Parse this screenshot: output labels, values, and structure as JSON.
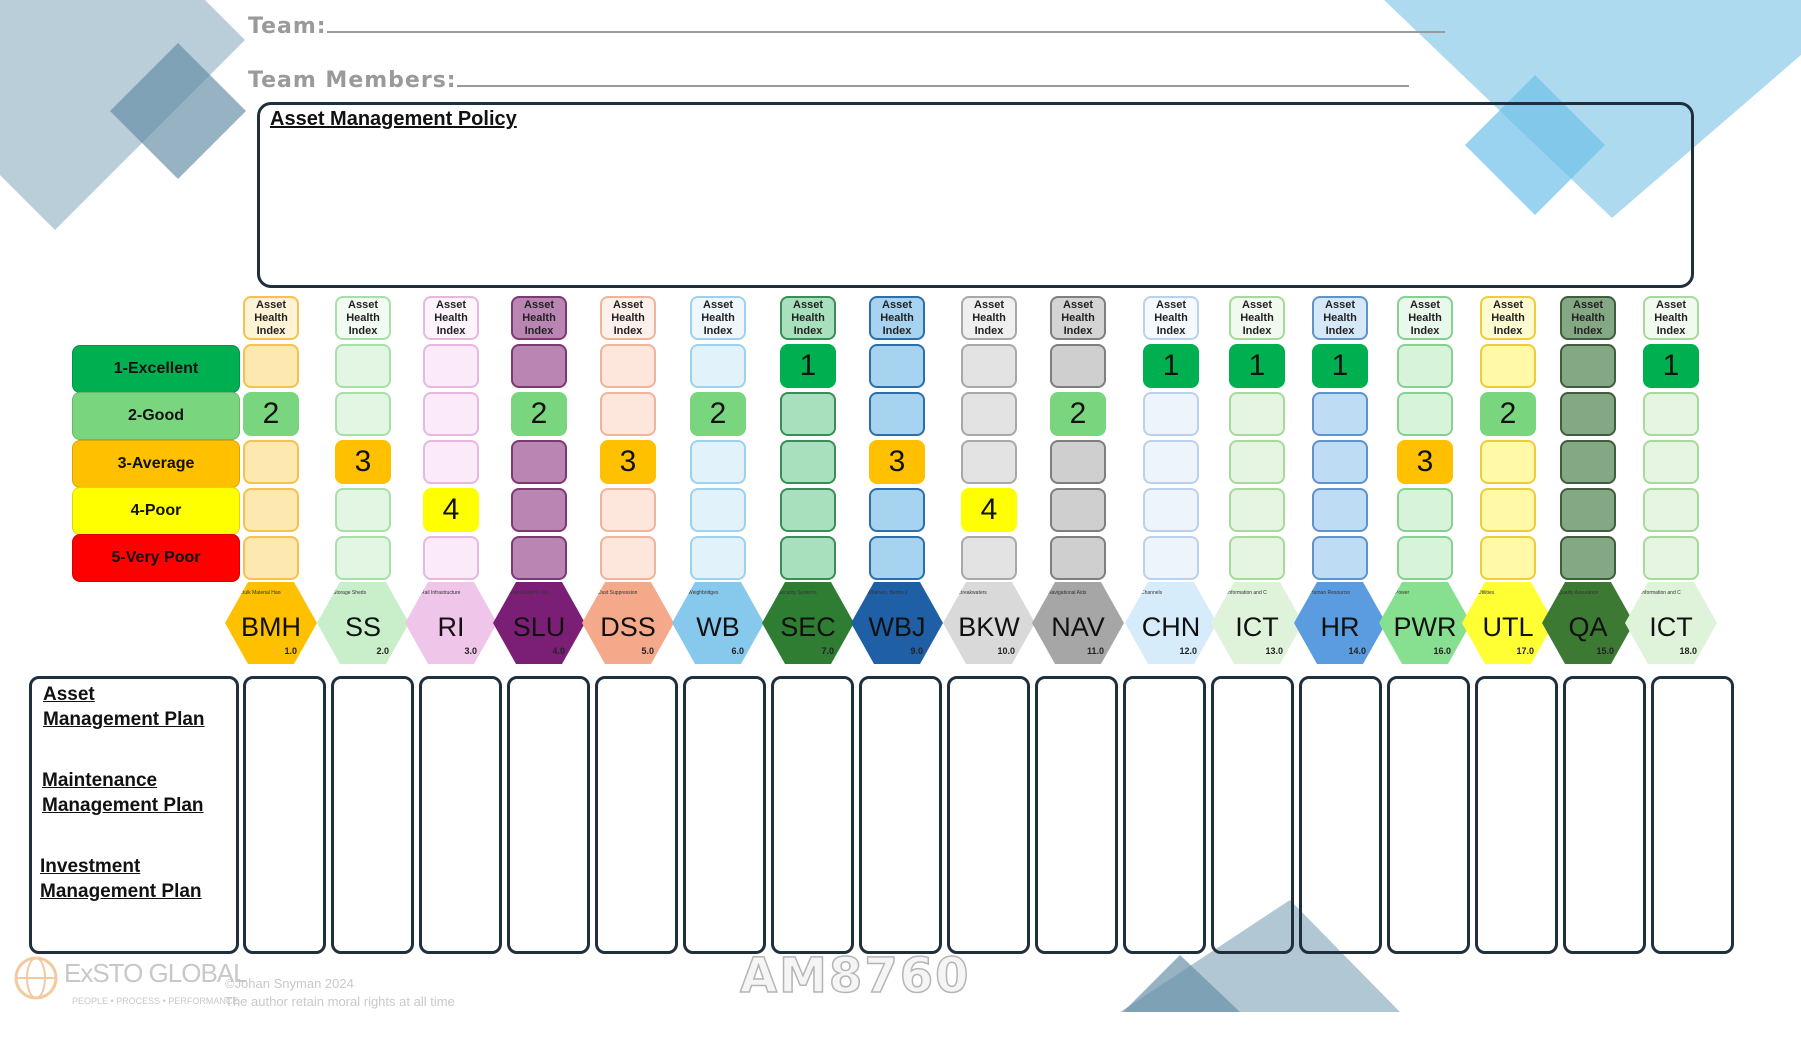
{
  "header": {
    "team_label": "Team:",
    "members_label": "Team Members:"
  },
  "policy": {
    "title": "Asset Management Policy"
  },
  "legend": [
    {
      "label": "1-Excellent",
      "color": "#00b050"
    },
    {
      "label": "2-Good",
      "color": "#79d67f"
    },
    {
      "label": "3-Average",
      "color": "#ffc000"
    },
    {
      "label": "4-Poor",
      "color": "#ffff00"
    },
    {
      "label": "5-Very Poor",
      "color": "#ff0000"
    }
  ],
  "ahi_label": "Asset Health Index",
  "columns": [
    {
      "code": "BMH",
      "num": "1.0",
      "rating": "2",
      "caption": "Bulk Material Handling Equipment",
      "light": "#fde9b0",
      "border": "#f5c150",
      "hex": "#ffc000",
      "ahi_fill": "#fff3d6"
    },
    {
      "code": "SS",
      "num": "2.0",
      "rating": "3",
      "caption": "Storage Sheds",
      "light": "#e3f6e3",
      "border": "#a7dfa8",
      "hex": "#c8efc9",
      "ahi_fill": "#f2fbf2"
    },
    {
      "code": "RI",
      "num": "3.0",
      "rating": "4",
      "caption": "Rail Infrastructure",
      "light": "#fbeaf8",
      "border": "#e6b8e0",
      "hex": "#efc5ea",
      "ahi_fill": "#fdf3fb"
    },
    {
      "code": "SLU",
      "num": "4.0",
      "rating": "2",
      "caption": "Ship Loaders / Unloader",
      "light": "#b985b3",
      "border": "#7b3a74",
      "hex": "#7b1f76",
      "ahi_fill": "#b985b3"
    },
    {
      "code": "DSS",
      "num": "5.0",
      "rating": "3",
      "caption": "Dust Suppression Systems",
      "light": "#fde6dc",
      "border": "#f0b49b",
      "hex": "#f4a98a",
      "ahi_fill": "#fdf0ea"
    },
    {
      "code": "WB",
      "num": "6.0",
      "rating": "2",
      "caption": "Weighbridges",
      "light": "#e2f2fb",
      "border": "#9dd1ee",
      "hex": "#87c9ec",
      "ahi_fill": "#eef7fd"
    },
    {
      "code": "SEC",
      "num": "7.0",
      "rating": "1",
      "caption": "Security Systems",
      "light": "#a8e0bd",
      "border": "#3e8b5a",
      "hex": "#2e7d32",
      "ahi_fill": "#a8e0bd"
    },
    {
      "code": "WBJ",
      "num": "9.0",
      "rating": "3",
      "caption": "Wharves, Berths & Jetties",
      "light": "#a6d3f0",
      "border": "#2e6ea8",
      "hex": "#1f5fa6",
      "ahi_fill": "#a6d3f0"
    },
    {
      "code": "BKW",
      "num": "10.0",
      "rating": "4",
      "caption": "Breakwaters",
      "light": "#e3e3e3",
      "border": "#a8a8a8",
      "hex": "#d9d9d9",
      "ahi_fill": "#efefef"
    },
    {
      "code": "NAV",
      "num": "11.0",
      "rating": "2",
      "caption": "Navigational Aids",
      "light": "#cfcfcf",
      "border": "#7f7f7f",
      "hex": "#a6a6a6",
      "ahi_fill": "#d4d4d4"
    },
    {
      "code": "CHN",
      "num": "12.0",
      "rating": "1",
      "caption": "Channels",
      "light": "#edf4fb",
      "border": "#b9d1ea",
      "hex": "#d6ecfa",
      "ahi_fill": "#f5f9fd"
    },
    {
      "code": "ICT",
      "num": "13.0",
      "rating": "1",
      "caption": "Information and Communication technology",
      "light": "#e5f5e1",
      "border": "#a6d99b",
      "hex": "#dff2da",
      "ahi_fill": "#f1faef"
    },
    {
      "code": "HR",
      "num": "14.0",
      "rating": "1",
      "caption": "Human Resources",
      "light": "#bfdcf5",
      "border": "#5e94c9",
      "hex": "#5b9be0",
      "ahi_fill": "#d6e8f8"
    },
    {
      "code": "PWR",
      "num": "16.0",
      "rating": "3",
      "caption": "Power",
      "light": "#d7f3da",
      "border": "#86d18f",
      "hex": "#87e08f",
      "ahi_fill": "#e8f8ea"
    },
    {
      "code": "UTL",
      "num": "17.0",
      "rating": "2",
      "caption": "Utilities",
      "light": "#fff9a8",
      "border": "#f0cc3a",
      "hex": "#ffff33",
      "ahi_fill": "#fffbd0"
    },
    {
      "code": "QA",
      "num": "15.0",
      "rating": "",
      "caption": "Quality Assurance",
      "light": "#84a784",
      "border": "#3f5d3f",
      "hex": "#3c7a34",
      "ahi_fill": "#84a784"
    },
    {
      "code": "ICT",
      "num": "18.0",
      "rating": "1",
      "caption": "Information and Communications technology In Tangible Assets",
      "light": "#e5f5e1",
      "border": "#a6d99b",
      "hex": "#dff2da",
      "ahi_fill": "#f1faef"
    }
  ],
  "plans": {
    "asset": [
      "Asset",
      "Management Plan"
    ],
    "maintenance": [
      "Maintenance",
      "Management Plan"
    ],
    "investment": [
      "Investment",
      "Management Plan"
    ]
  },
  "footer": {
    "code": "AM8760",
    "logo_text": "ExSTO GLOBAL",
    "logo_tagline": "PEOPLE • PROCESS • PERFORMANCE",
    "copyright": "©Johan Snyman 2024",
    "rights": "The author retain moral rights at all time"
  }
}
